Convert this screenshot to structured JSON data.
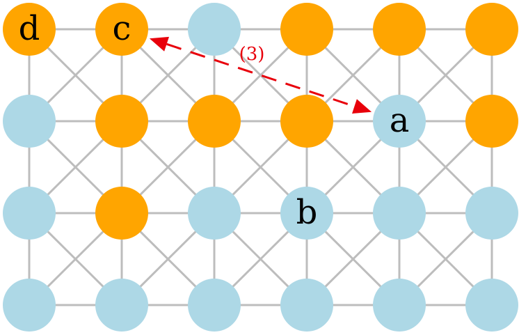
{
  "colors": {
    "background": "#ffffff",
    "edge": "#bdbdbd",
    "node_default": "#add8e6",
    "node_highlight": "#ffa500",
    "arrow": "#e8000b"
  },
  "grid": {
    "rows": 4,
    "cols": 6
  },
  "nodes": [
    {
      "row": 0,
      "col": 0,
      "state": "highlight",
      "label": "d"
    },
    {
      "row": 0,
      "col": 1,
      "state": "highlight",
      "label": "c"
    },
    {
      "row": 0,
      "col": 2,
      "state": "default",
      "label": ""
    },
    {
      "row": 0,
      "col": 3,
      "state": "highlight",
      "label": ""
    },
    {
      "row": 0,
      "col": 4,
      "state": "highlight",
      "label": ""
    },
    {
      "row": 0,
      "col": 5,
      "state": "highlight",
      "label": ""
    },
    {
      "row": 1,
      "col": 0,
      "state": "default",
      "label": ""
    },
    {
      "row": 1,
      "col": 1,
      "state": "highlight",
      "label": ""
    },
    {
      "row": 1,
      "col": 2,
      "state": "highlight",
      "label": ""
    },
    {
      "row": 1,
      "col": 3,
      "state": "highlight",
      "label": ""
    },
    {
      "row": 1,
      "col": 4,
      "state": "default",
      "label": "a"
    },
    {
      "row": 1,
      "col": 5,
      "state": "highlight",
      "label": ""
    },
    {
      "row": 2,
      "col": 0,
      "state": "default",
      "label": ""
    },
    {
      "row": 2,
      "col": 1,
      "state": "highlight",
      "label": ""
    },
    {
      "row": 2,
      "col": 2,
      "state": "default",
      "label": ""
    },
    {
      "row": 2,
      "col": 3,
      "state": "default",
      "label": "b"
    },
    {
      "row": 2,
      "col": 4,
      "state": "default",
      "label": ""
    },
    {
      "row": 2,
      "col": 5,
      "state": "default",
      "label": ""
    },
    {
      "row": 3,
      "col": 0,
      "state": "default",
      "label": ""
    },
    {
      "row": 3,
      "col": 1,
      "state": "default",
      "label": ""
    },
    {
      "row": 3,
      "col": 2,
      "state": "default",
      "label": ""
    },
    {
      "row": 3,
      "col": 3,
      "state": "default",
      "label": ""
    },
    {
      "row": 3,
      "col": 4,
      "state": "default",
      "label": ""
    },
    {
      "row": 3,
      "col": 5,
      "state": "default",
      "label": ""
    }
  ],
  "arrow": {
    "from": "c",
    "to": "a",
    "style": "dashed",
    "direction": "both",
    "label": "(3)"
  }
}
